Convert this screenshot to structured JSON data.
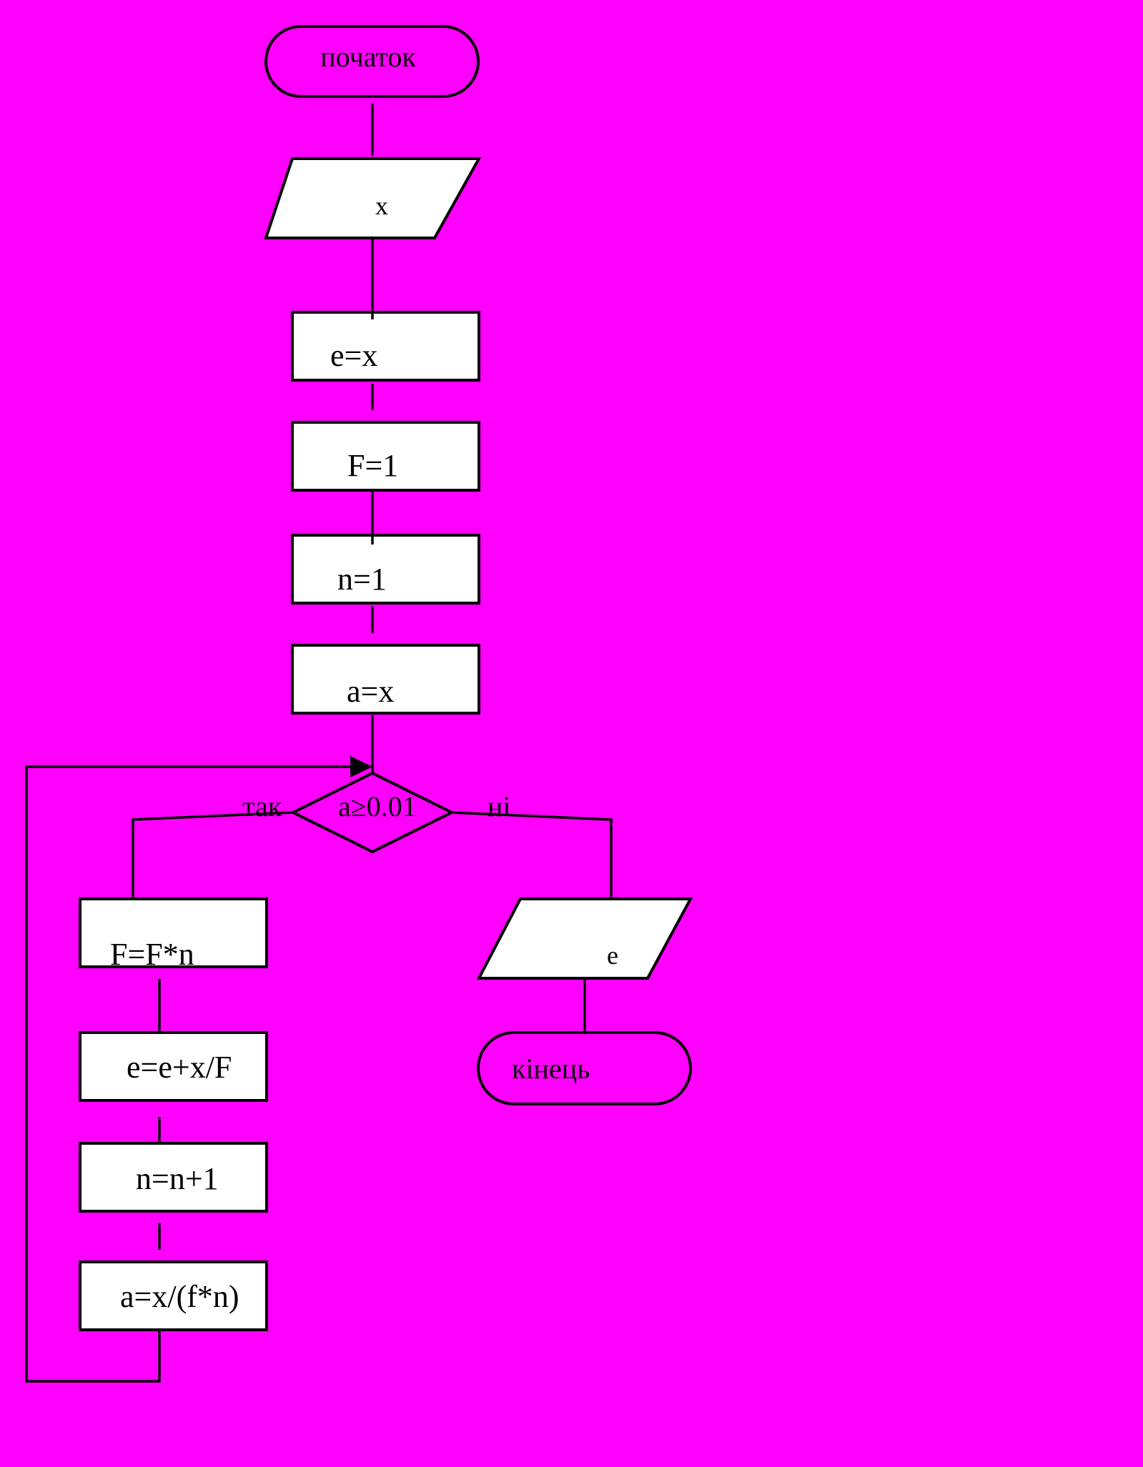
{
  "colors": {
    "background": "#ff00ff",
    "box_fill": "#ffffff",
    "stroke": "#000000"
  },
  "flowchart": {
    "start": "початок",
    "input": "x",
    "step_e_init": "e=x",
    "step_f_init": "F=1",
    "step_n_init": "n=1",
    "step_a_init": "a=x",
    "condition": "a≥0.01",
    "branch_yes": "так",
    "branch_no": "ні",
    "loop_step_f": "F=F*n",
    "loop_step_e": "e=e+x/F",
    "loop_step_n": "n=n+1",
    "loop_step_a": "a=x/(f*n)",
    "output": "e",
    "end": "кінець"
  }
}
